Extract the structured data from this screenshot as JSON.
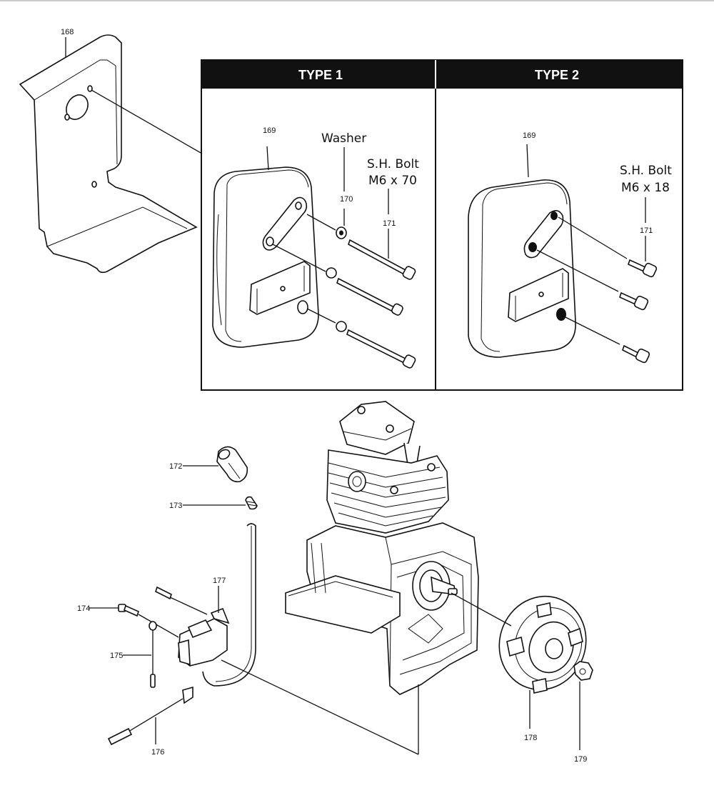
{
  "panel": {
    "type1_title": "TYPE 1",
    "type2_title": "TYPE 2"
  },
  "labels": {
    "p168": "168",
    "p169_t1": "169",
    "p169_t2": "169",
    "p170": "170",
    "p171_t1": "171",
    "p171_t2": "171",
    "p172": "172",
    "p173": "173",
    "p174": "174",
    "p175": "175",
    "p176": "176",
    "p177": "177",
    "p178": "178",
    "p179": "179"
  },
  "callouts": {
    "washer": "Washer",
    "bolt_t1_line1": "S.H. Bolt",
    "bolt_t1_line2": "M6 x 70",
    "bolt_t2_line1": "S.H. Bolt",
    "bolt_t2_line2": "M6 x 18"
  }
}
